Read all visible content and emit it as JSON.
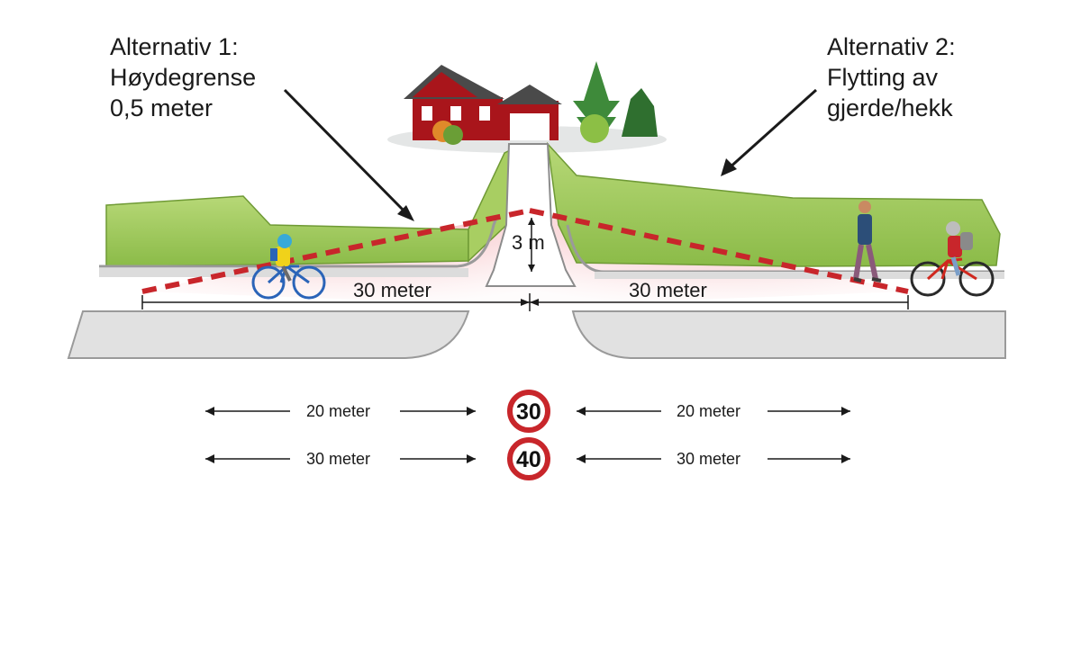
{
  "alternative_1": {
    "line1": "Alternativ 1:",
    "line2": "Høydegrense",
    "line3": "0,5 meter"
  },
  "alternative_2": {
    "line1": "Alternativ 2:",
    "line2": "Flytting av",
    "line3": "gjerde/hekk"
  },
  "height_label": "3 m",
  "sight_distance_left": "30 meter",
  "sight_distance_right": "30 meter",
  "speed_rows": [
    {
      "speed": "30",
      "left": "20 meter",
      "right": "20 meter"
    },
    {
      "speed": "40",
      "left": "30 meter",
      "right": "30 meter"
    }
  ],
  "colors": {
    "sightline": "#c8262b",
    "hedge": "#9fc85a",
    "hedge_dark": "#6f9a35",
    "house": "#a9151b",
    "sign_ring": "#c8262b"
  }
}
